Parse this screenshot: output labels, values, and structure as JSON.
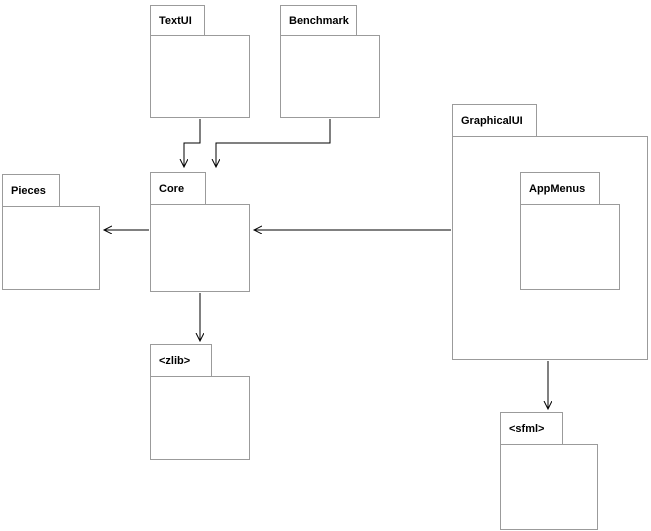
{
  "packages": [
    {
      "name": "TextUI"
    },
    {
      "name": "Benchmark"
    },
    {
      "name": "GraphicalUI"
    },
    {
      "name": "AppMenus"
    },
    {
      "name": "Pieces"
    },
    {
      "name": "Core"
    },
    {
      "name": "<zlib>"
    },
    {
      "name": "<sfml>"
    }
  ],
  "relations": [
    {
      "from": "TextUI",
      "to": "Core",
      "type": "arrow"
    },
    {
      "from": "Benchmark",
      "to": "Core",
      "type": "arrow"
    },
    {
      "from": "Core",
      "to": "Pieces",
      "type": "arrow"
    },
    {
      "from": "GraphicalUI",
      "to": "Core",
      "type": "arrow"
    },
    {
      "from": "Core",
      "to": "<zlib>",
      "type": "arrow"
    },
    {
      "from": "GraphicalUI",
      "to": "<sfml>",
      "type": "arrow"
    },
    {
      "from": "GraphicalUI",
      "to": "AppMenus",
      "type": "containment"
    }
  ],
  "colors": {
    "package_border": "#9b9b9b",
    "edge": "#000000",
    "background": "#ffffff"
  }
}
